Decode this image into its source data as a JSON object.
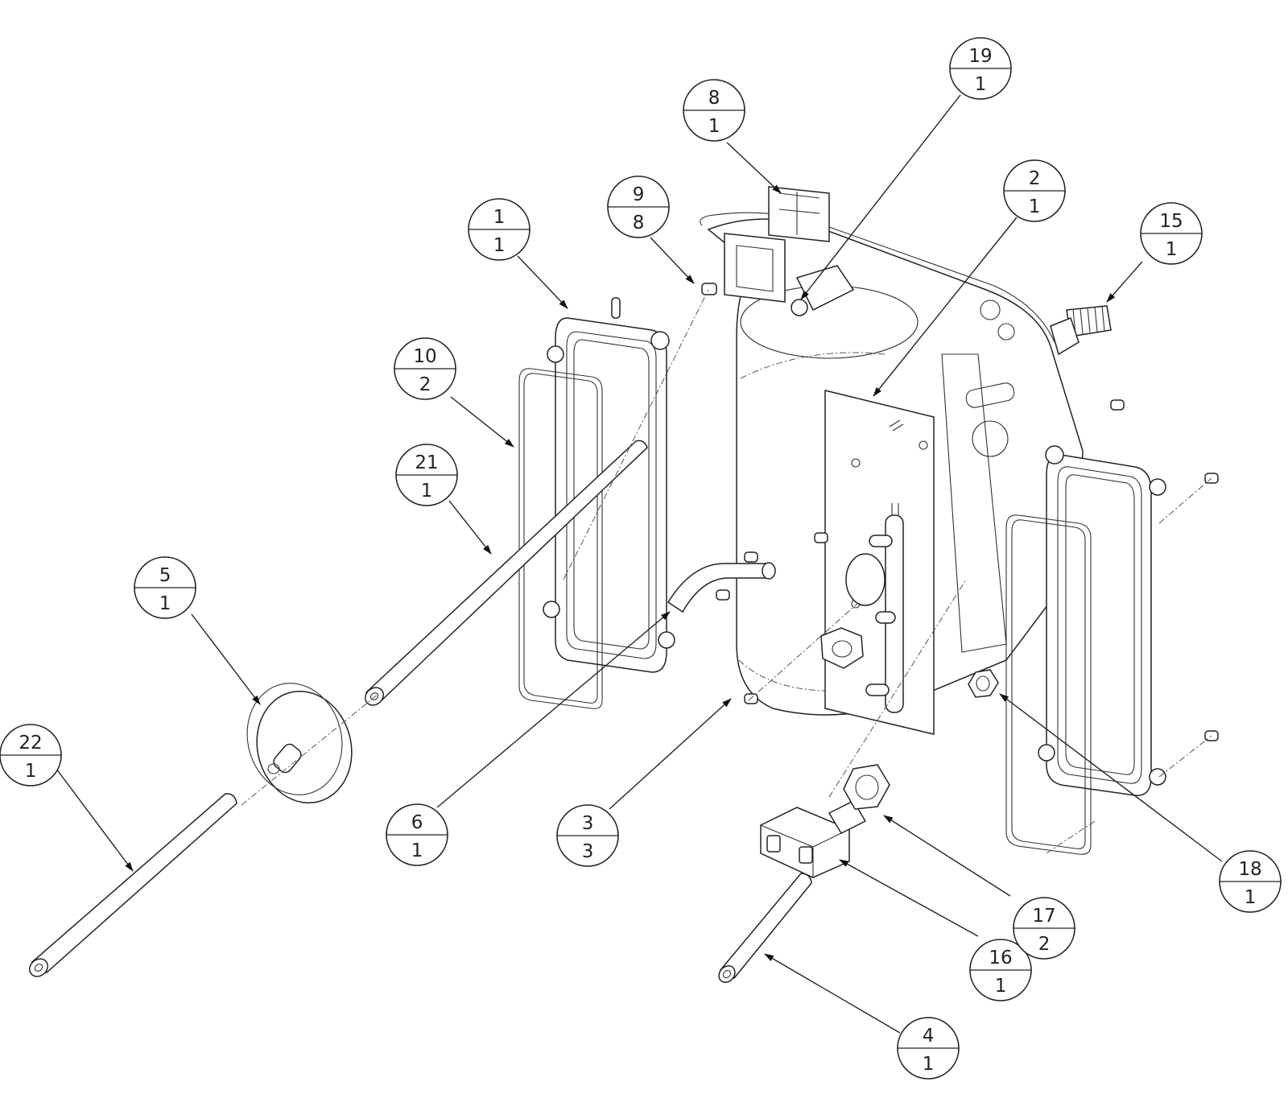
{
  "balloons": [
    {
      "id": "b1",
      "item": "1",
      "qty": "1"
    },
    {
      "id": "b2",
      "item": "2",
      "qty": "1"
    },
    {
      "id": "b3",
      "item": "3",
      "qty": "3"
    },
    {
      "id": "b4",
      "item": "4",
      "qty": "1"
    },
    {
      "id": "b5",
      "item": "5",
      "qty": "1"
    },
    {
      "id": "b6",
      "item": "6",
      "qty": "1"
    },
    {
      "id": "b8",
      "item": "8",
      "qty": "1"
    },
    {
      "id": "b9",
      "item": "9",
      "qty": "8"
    },
    {
      "id": "b10",
      "item": "10",
      "qty": "2"
    },
    {
      "id": "b15",
      "item": "15",
      "qty": "1"
    },
    {
      "id": "b16",
      "item": "16",
      "qty": "1"
    },
    {
      "id": "b17",
      "item": "17",
      "qty": "2"
    },
    {
      "id": "b18",
      "item": "18",
      "qty": "1"
    },
    {
      "id": "b19",
      "item": "19",
      "qty": "1"
    },
    {
      "id": "b21",
      "item": "21",
      "qty": "1"
    },
    {
      "id": "b22",
      "item": "22",
      "qty": "1"
    }
  ]
}
